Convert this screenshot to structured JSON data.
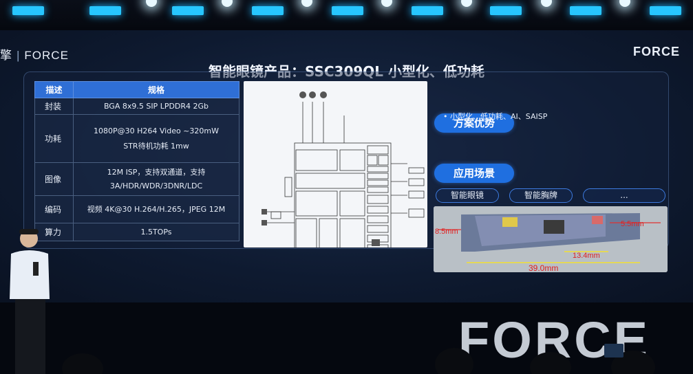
{
  "header": {
    "brand_left_prefix": "擎",
    "brand_left_sep": "|",
    "brand_left": "FORCE",
    "brand_right": "FORCE",
    "title": "智能眼镜产品：SSC309QL 小型化、低功耗"
  },
  "spec_table": {
    "headers": [
      "描述",
      "规格"
    ],
    "rows": [
      {
        "key": "封装",
        "lines": [
          "BGA 8x9.5  SIP LPDDR4 2Gb"
        ]
      },
      {
        "key": "功耗",
        "lines": [
          "1080P@30 H264 Video ~320mW",
          "STR待机功耗    1mw"
        ]
      },
      {
        "key": "图像",
        "lines": [
          "12M ISP，支持双通道，支持",
          "3A/HDR/WDR/3DNR/LDC"
        ]
      },
      {
        "key": "编码",
        "lines": [
          "视频 4K@30 H.264/H.265，JPEG 12M"
        ]
      },
      {
        "key": "算力",
        "lines": [
          "1.5TOPs"
        ]
      }
    ]
  },
  "advantages": {
    "title": "方案优势",
    "bullet": "•   小型化、低功耗、AI、SAISP"
  },
  "scenarios": {
    "title": "应用场景",
    "items": [
      "智能眼镜",
      "智能胸牌",
      "..."
    ]
  },
  "board": {
    "dim_left": "8.5mm",
    "dim_right": "5.5mm",
    "dim_mid": "13.4mm",
    "dim_width": "39.0mm"
  },
  "footer_logo": "FORCE",
  "colors": {
    "accent": "#1f6fe0",
    "table_header": "#2f6fd6",
    "light": "#27c6ff"
  }
}
